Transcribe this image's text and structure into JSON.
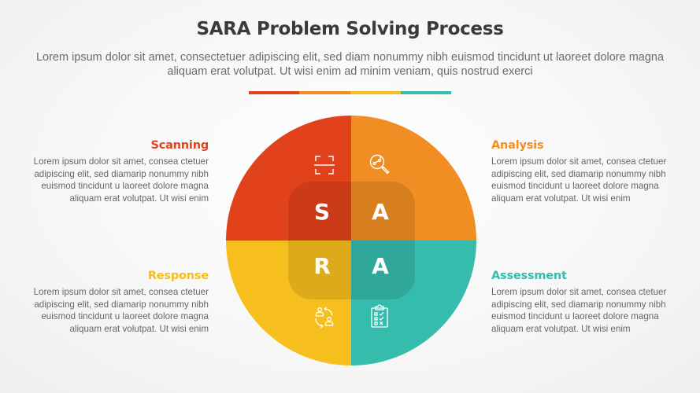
{
  "header": {
    "title": "SARA Problem Solving Process",
    "subtitle": "Lorem ipsum dolor sit amet, consectetuer adipiscing elit, sed diam nonummy nibh euismod tincidunt ut laoreet dolore magna aliquam erat volutpat. Ut wisi enim ad minim veniam, quis nostrud exerci"
  },
  "colors": {
    "scanning": "#e2421b",
    "analysis": "#f08d23",
    "response": "#f7bf1e",
    "assessment": "#35bcad",
    "title": "#3a3a3a",
    "body_text": "#666666"
  },
  "steps": [
    {
      "key": "scanning",
      "letter": "S",
      "title": "Scanning",
      "icon": "scan-frame-icon",
      "text": "Lorem ipsum dolor sit amet, consea ctetuer adipiscing elit, sed diamarip nonummy nibh euismod tincidunt u laoreet dolore magna aliquam erat volutpat. Ut wisi enim"
    },
    {
      "key": "analysis",
      "letter": "A",
      "title": "Analysis",
      "icon": "magnifier-analysis-icon",
      "text": "Lorem ipsum dolor sit amet, consea ctetuer adipiscing elit, sed diamarip nonummy nibh euismod tincidunt u laoreet dolore magna aliquam erat volutpat. Ut wisi enim"
    },
    {
      "key": "response",
      "letter": "R",
      "title": "Response",
      "icon": "people-exchange-icon",
      "text": "Lorem ipsum dolor sit amet, consea ctetuer adipiscing elit, sed diamarip nonummy nibh euismod tincidunt u laoreet dolore magna aliquam erat volutpat. Ut wisi enim"
    },
    {
      "key": "assessment",
      "letter": "A",
      "title": "Assessment",
      "icon": "checklist-clipboard-icon",
      "text": "Lorem ipsum dolor sit amet, consea ctetuer adipiscing elit, sed diamarip nonummy nibh euismod tincidunt u laoreet dolore magna aliquam erat volutpat. Ut wisi enim"
    }
  ]
}
